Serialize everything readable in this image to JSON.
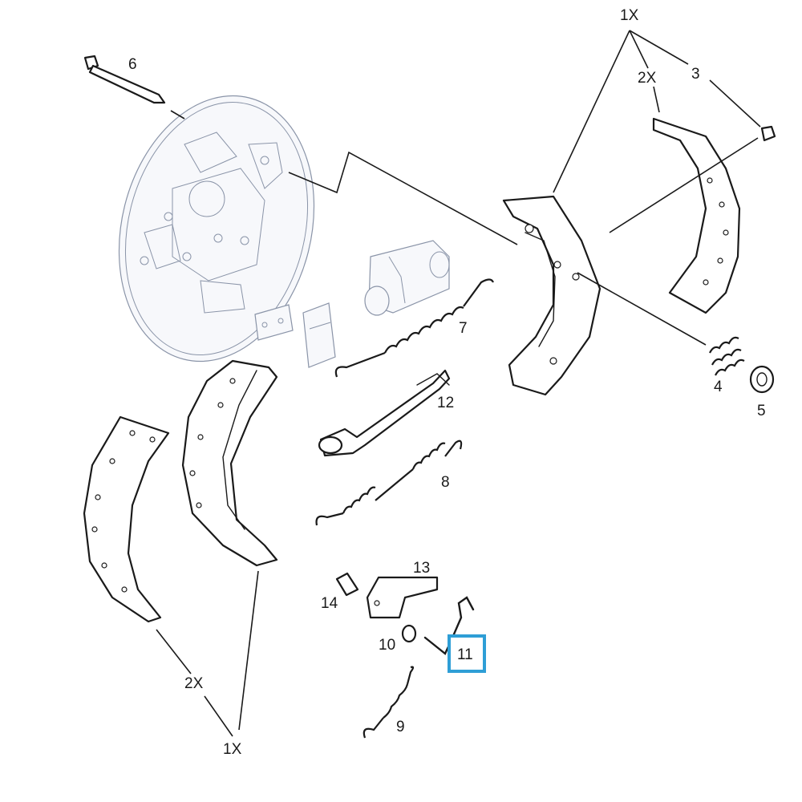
{
  "labels": {
    "n1x_top": "1X",
    "n2x_top": "2X",
    "n3": "3",
    "n4": "4",
    "n5": "5",
    "n6": "6",
    "n7": "7",
    "n8": "8",
    "n9": "9",
    "n10": "10",
    "n11": "11",
    "n12": "12",
    "n13": "13",
    "n14": "14",
    "n2x_bottom": "2X",
    "n1x_bottom": "1X"
  },
  "highlight": {
    "part": "11",
    "color": "#2e9ed6"
  }
}
